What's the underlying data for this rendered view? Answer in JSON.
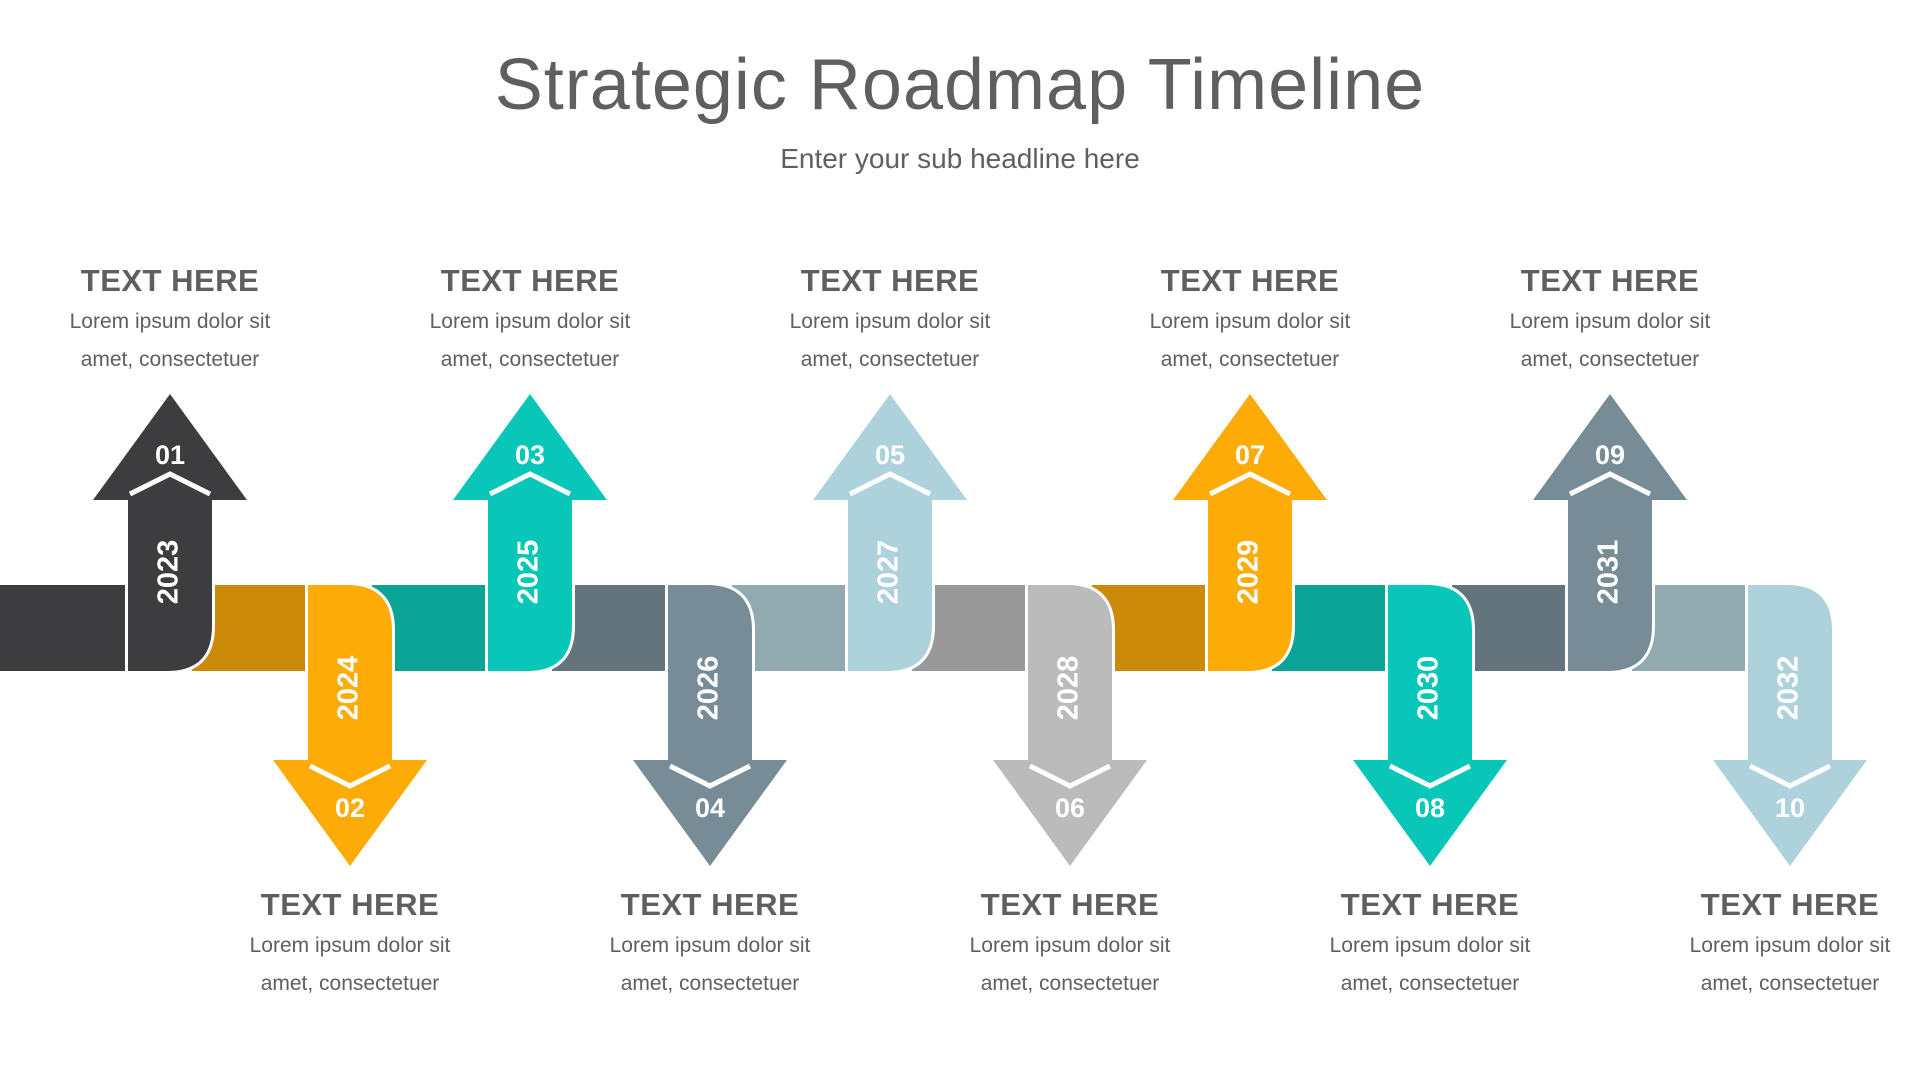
{
  "header": {
    "title": "Strategic Roadmap Timeline",
    "subtitle": "Enter your sub headline here"
  },
  "steps": [
    {
      "number": "01",
      "year": "2023",
      "heading": "TEXT HERE",
      "line1": "Lorem ipsum dolor sit",
      "line2": "amet, consectetuer",
      "direction": "up",
      "color": "#3d3d3f",
      "band_color": "#3d3d3f"
    },
    {
      "number": "02",
      "year": "2024",
      "heading": "TEXT HERE",
      "line1": "Lorem ipsum dolor sit",
      "line2": "amet, consectetuer",
      "direction": "down",
      "color": "#fcab07",
      "band_color": "#cc8a0b"
    },
    {
      "number": "03",
      "year": "2025",
      "heading": "TEXT HERE",
      "line1": "Lorem ipsum dolor sit",
      "line2": "amet, consectetuer",
      "direction": "up",
      "color": "#08c7b8",
      "band_color": "#0ba396"
    },
    {
      "number": "04",
      "year": "2026",
      "heading": "TEXT HERE",
      "line1": "Lorem ipsum dolor sit",
      "line2": "amet, consectetuer",
      "direction": "down",
      "color": "#778c97",
      "band_color": "#63747d"
    },
    {
      "number": "05",
      "year": "2027",
      "heading": "TEXT HERE",
      "line1": "Lorem ipsum dolor sit",
      "line2": "amet, consectetuer",
      "direction": "up",
      "color": "#aed2db",
      "band_color": "#90aab0"
    },
    {
      "number": "06",
      "year": "2028",
      "heading": "TEXT HERE",
      "line1": "Lorem ipsum dolor sit",
      "line2": "amet, consectetuer",
      "direction": "down",
      "color": "#bbbbbb",
      "band_color": "#999999"
    },
    {
      "number": "07",
      "year": "2029",
      "heading": "TEXT HERE",
      "line1": "Lorem ipsum dolor sit",
      "line2": "amet, consectetuer",
      "direction": "up",
      "color": "#fcab07",
      "band_color": "#cc8a0b"
    },
    {
      "number": "08",
      "year": "2030",
      "heading": "TEXT HERE",
      "line1": "Lorem ipsum dolor sit",
      "line2": "amet, consectetuer",
      "direction": "down",
      "color": "#08c7b8",
      "band_color": "#0ba396"
    },
    {
      "number": "09",
      "year": "2031",
      "heading": "TEXT HERE",
      "line1": "Lorem ipsum dolor sit",
      "line2": "amet, consectetuer",
      "direction": "up",
      "color": "#778c97",
      "band_color": "#63747d"
    },
    {
      "number": "10",
      "year": "2032",
      "heading": "TEXT HERE",
      "line1": "Lorem ipsum dolor sit",
      "line2": "amet, consectetuer",
      "direction": "down",
      "color": "#aed2db",
      "band_color": "#90aab0"
    }
  ]
}
